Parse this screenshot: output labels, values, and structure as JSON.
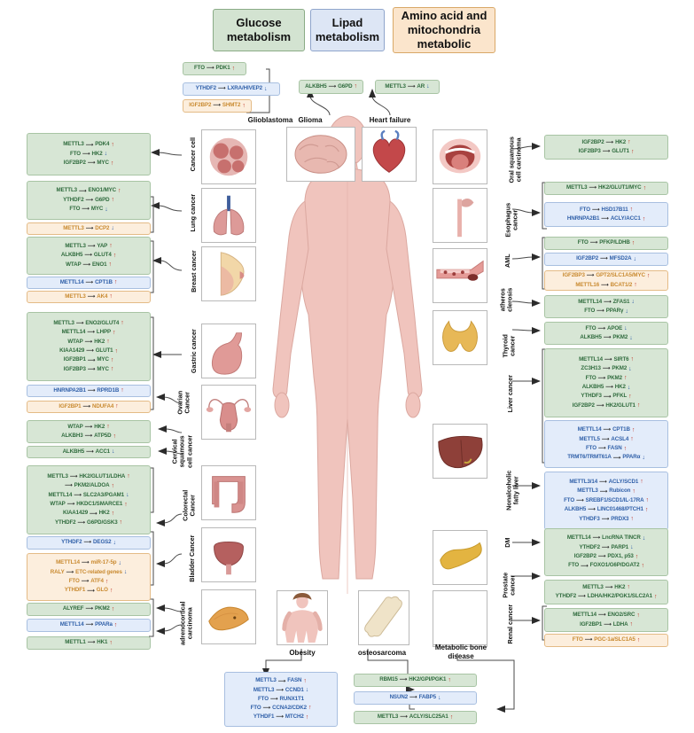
{
  "legend": [
    {
      "id": "glucose",
      "label": "Glucose\nmetabolism",
      "color": "#d3e3d1"
    },
    {
      "id": "lipid",
      "label": "Lipad\nmetabolism",
      "color": "#dde6f5"
    },
    {
      "id": "aminoacid",
      "label": "Amino acid and\nmitochondria\nmetabolic",
      "color": "#fbe5cc"
    }
  ],
  "top_section": {
    "glioblastoma": {
      "label": "Glioblastoma",
      "boxes": [
        {
          "type": "green",
          "rows": [
            {
              "src": "FTO",
              "tgt": "PDK1",
              "dir": "up"
            }
          ]
        },
        {
          "type": "blue",
          "rows": [
            {
              "src": "YTHDF2",
              "tgt": "LXRA/HIVEP2",
              "dir": "down"
            }
          ]
        },
        {
          "type": "orange",
          "rows": [
            {
              "src": "IGF2BP2",
              "tgt": "SHMT2",
              "dir": "up"
            }
          ]
        }
      ]
    },
    "glioma": {
      "label": "Glioma",
      "boxes": [
        {
          "type": "green",
          "rows": [
            {
              "src": "ALKBH5",
              "tgt": "G6PD",
              "dir": "up"
            }
          ]
        }
      ]
    },
    "heart_failure": {
      "label": "Heart failure",
      "boxes": [
        {
          "type": "green",
          "rows": [
            {
              "src": "METTL3",
              "tgt": "AR",
              "dir": "down"
            }
          ]
        }
      ]
    }
  },
  "left_column": [
    {
      "organ": "cancer-cell",
      "label": "Cancer cell",
      "boxes": [
        {
          "type": "green",
          "rows": [
            {
              "src": "METTL3",
              "tgt": "PDK4",
              "dir": "up"
            },
            {
              "src": "FTO",
              "tgt": "HK2",
              "dir": "down"
            },
            {
              "src": "IGF2BP2",
              "tgt": "MYC",
              "dir": "up"
            }
          ]
        }
      ]
    },
    {
      "organ": "lung",
      "label": "Lung cancer",
      "boxes": [
        {
          "type": "green",
          "rows": [
            {
              "src": "METTL3",
              "tgt": "ENO1/MYC",
              "dir": "up"
            },
            {
              "src": "YTHDF2",
              "tgt": "G6PD",
              "dir": "up"
            },
            {
              "src": "FTO",
              "tgt": "MYC",
              "dir": "down"
            }
          ]
        },
        {
          "type": "orange",
          "rows": [
            {
              "src": "METTL3",
              "tgt": "DCP2",
              "dir": "down"
            }
          ]
        }
      ]
    },
    {
      "organ": "breast",
      "label": "Breast cancer",
      "boxes": [
        {
          "type": "green",
          "rows": [
            {
              "src": "METTL3",
              "tgt": "YAP",
              "dir": "up"
            },
            {
              "src": "ALKBH5",
              "tgt": "GLUT4",
              "dir": "up"
            },
            {
              "src": "WTAP",
              "tgt": "ENO1",
              "dir": "up"
            }
          ]
        },
        {
          "type": "blue",
          "rows": [
            {
              "src": "METTL14",
              "tgt": "CPT1B",
              "dir": "up"
            }
          ]
        },
        {
          "type": "orange",
          "rows": [
            {
              "src": "METTL3",
              "tgt": "AK4",
              "dir": "up"
            }
          ]
        }
      ]
    },
    {
      "organ": "stomach",
      "label": "Gastric cancer",
      "boxes": [
        {
          "type": "green",
          "rows": [
            {
              "src": "METTL3",
              "tgt": "ENO2/GLUT4",
              "dir": "up"
            },
            {
              "src": "METTL14",
              "tgt": "LHPP",
              "dir": "up"
            },
            {
              "src": "WTAP",
              "tgt": "HK2",
              "dir": "up"
            },
            {
              "src": "KIAA1429",
              "tgt": "GLUT1",
              "dir": "up"
            },
            {
              "src": "IGF2BP1",
              "tgt": "MYC",
              "dir": "up"
            },
            {
              "src": "IGF2BP3",
              "tgt": "MYC",
              "dir": "up"
            }
          ]
        }
      ]
    },
    {
      "organ": "uterus",
      "label": "Ovarian\nCancer",
      "label2": "Cervical\nsquamous\ncell cancer",
      "boxes": [
        {
          "type": "blue",
          "rows": [
            {
              "src": "HNRNPA2B1",
              "tgt": "RPRD1B",
              "dir": "up"
            }
          ]
        },
        {
          "type": "orange",
          "rows": [
            {
              "src": "IGF2BP1",
              "tgt": "NDUFA4",
              "dir": "up"
            }
          ]
        },
        {
          "type": "green",
          "rows": [
            {
              "src": "WTAP",
              "tgt": "HK2",
              "dir": "up"
            },
            {
              "src": "ALKBH3",
              "tgt": "ATP5D",
              "dir": "up"
            }
          ]
        },
        {
          "type": "green",
          "rows": [
            {
              "src": "ALKBH5",
              "tgt": "ACC1",
              "dir": "down"
            }
          ]
        }
      ]
    },
    {
      "organ": "colon",
      "label": "Colorectal\nCancer",
      "boxes": [
        {
          "type": "green",
          "rows": [
            {
              "src": "METTL3",
              "tgt": "HK2/GLUT1/LDHA",
              "dir": "up"
            },
            {
              "src": "",
              "tgt": "PKM2/ALDOA",
              "dir": "up"
            },
            {
              "src": "METTL14",
              "tgt": "SLC2A3/PGAM1",
              "dir": "down"
            },
            {
              "src": "WTAP",
              "tgt": "HKDC1/SMARCE1",
              "dir": "up"
            },
            {
              "src": "KIAA1429",
              "tgt": "HK2",
              "dir": "up"
            },
            {
              "src": "YTHDF2",
              "tgt": "G6PD/GSK3",
              "dir": "up"
            }
          ]
        }
      ]
    },
    {
      "organ": "bladder",
      "label": "Bladder Cancer",
      "boxes": [
        {
          "type": "blue",
          "rows": [
            {
              "src": "YTHDF2",
              "tgt": "DEGS2",
              "dir": "down"
            }
          ]
        },
        {
          "type": "orange",
          "rows": [
            {
              "src": "METTL14",
              "tgt": "miR-17-5p",
              "dir": "down"
            },
            {
              "src": "RALY",
              "tgt": "ETC-related genes",
              "dir": "down"
            },
            {
              "src": "FTO",
              "tgt": "ATF4",
              "dir": "up"
            },
            {
              "src": "YTHDF1",
              "tgt": "GLO",
              "dir": "up"
            }
          ]
        }
      ]
    },
    {
      "organ": "adrenal",
      "label": "adrenocortical\ncarcinoma",
      "boxes": [
        {
          "type": "green",
          "rows": [
            {
              "src": "ALYREF",
              "tgt": "PKM2",
              "dir": "up"
            }
          ]
        },
        {
          "type": "blue",
          "rows": [
            {
              "src": "METTL14",
              "tgt": "PPARa",
              "dir": "up"
            }
          ]
        },
        {
          "type": "green",
          "rows": [
            {
              "src": "METTL1",
              "tgt": "HK1",
              "dir": "up"
            }
          ]
        }
      ]
    }
  ],
  "right_column": [
    {
      "organ": "mouth",
      "label": "Oral squamous\ncell carcinoma",
      "boxes": [
        {
          "type": "green",
          "rows": [
            {
              "src": "IGF2BP2",
              "tgt": "HK2",
              "dir": "up"
            },
            {
              "src": "IGF2BP3",
              "tgt": "GLUT1",
              "dir": "up"
            }
          ]
        }
      ]
    },
    {
      "organ": "esophagus",
      "label": "Esophagus\ncancer",
      "boxes": [
        {
          "type": "green",
          "rows": [
            {
              "src": "METTL3",
              "tgt": "HK2/GLUT1/MYC",
              "dir": "up"
            }
          ]
        },
        {
          "type": "blue",
          "rows": [
            {
              "src": "FTO",
              "tgt": "HSD17B11",
              "dir": "up"
            },
            {
              "src": "HNRNPA2B1",
              "tgt": "ACLY/ACC1",
              "dir": "up"
            }
          ]
        }
      ]
    },
    {
      "organ": "vessel",
      "label": "AML",
      "label2": "atheros\nclerosis",
      "boxes": [
        {
          "type": "green",
          "rows": [
            {
              "src": "FTO",
              "tgt": "PFKP/LDHB",
              "dir": "up"
            }
          ]
        },
        {
          "type": "blue",
          "rows": [
            {
              "src": "IGF2BP2",
              "tgt": "MFSD2A",
              "dir": "down"
            }
          ]
        },
        {
          "type": "orange",
          "rows": [
            {
              "src": "IGF2BP3",
              "tgt": "GPT2/SLC1A5/MYC",
              "dir": "up"
            },
            {
              "src": "METTL16",
              "tgt": "BCAT1/2",
              "dir": "up"
            }
          ]
        },
        {
          "type": "green",
          "rows": [
            {
              "src": "METTL14",
              "tgt": "ZFAS1",
              "dir": "down"
            },
            {
              "src": "FTO",
              "tgt": "PPARγ",
              "dir": "down"
            }
          ]
        }
      ]
    },
    {
      "organ": "thyroid",
      "label": "Thyroid\ncancer",
      "boxes": [
        {
          "type": "green",
          "rows": [
            {
              "src": "FTO",
              "tgt": "APOE",
              "dir": "down"
            },
            {
              "src": "ALKBH5",
              "tgt": "PKM2",
              "dir": "down"
            }
          ]
        }
      ]
    },
    {
      "organ": "liver",
      "label": "Liver cancer",
      "label2": "Nonalcoholic\nfatty liver",
      "boxes": [
        {
          "type": "green",
          "rows": [
            {
              "src": "METTL14",
              "tgt": "SIRT6",
              "dir": "up"
            },
            {
              "src": "ZC3H13",
              "tgt": "PKM2",
              "dir": "down"
            },
            {
              "src": "FTO",
              "tgt": "PKM2",
              "dir": "up"
            },
            {
              "src": "ALKBH5",
              "tgt": "HK2",
              "dir": "down"
            },
            {
              "src": "YTHDF3",
              "tgt": "PFKL",
              "dir": "up"
            },
            {
              "src": "IGF2BP2",
              "tgt": "HK2/GLUT1",
              "dir": "up"
            }
          ]
        },
        {
          "type": "blue",
          "rows": [
            {
              "src": "METTL14",
              "tgt": "CPT1B",
              "dir": "up"
            },
            {
              "src": "METTL5",
              "tgt": "ACSL4",
              "dir": "up"
            },
            {
              "src": "FTO",
              "tgt": "FASN",
              "dir": "up"
            },
            {
              "src": "TRMT6/TRMT61A",
              "tgt": "PPARα",
              "dir": "down"
            }
          ]
        },
        {
          "type": "blue",
          "rows": [
            {
              "src": "METTL3/14",
              "tgt": "ACLY/SCD1",
              "dir": "up"
            },
            {
              "src": "METTL3",
              "tgt": "Rubicon",
              "dir": "up"
            },
            {
              "src": "FTO",
              "tgt": "SREBF1/SCD1/IL-17RA",
              "dir": "up"
            },
            {
              "src": "ALKBH5",
              "tgt": "LINC01468/PTCH1",
              "dir": "up"
            },
            {
              "src": "YTHDF3",
              "tgt": "PRDX3",
              "dir": "up"
            }
          ]
        }
      ]
    },
    {
      "organ": "pancreas",
      "label": "DM",
      "label2": "Prostate\ncancer",
      "boxes": [
        {
          "type": "green",
          "rows": [
            {
              "src": "METTL14",
              "tgt": "LncRNA TINCR",
              "dir": "down"
            },
            {
              "src": "YTHDF2",
              "tgt": "PARP1",
              "dir": "down"
            },
            {
              "src": "IGF2BP2",
              "tgt": "PDX1, p53",
              "dir": "up"
            },
            {
              "src": "FTO",
              "tgt": "FOXO1/G6P/DGAT2",
              "dir": "up"
            }
          ]
        },
        {
          "type": "green",
          "rows": [
            {
              "src": "METTL3",
              "tgt": "HK2",
              "dir": "up"
            },
            {
              "src": "YTHDF2",
              "tgt": "LDHA/HK2/PGK1/SLC2A1",
              "dir": "up"
            }
          ]
        }
      ]
    },
    {
      "organ": "kidney",
      "label": "Renal cancer",
      "boxes": [
        {
          "type": "green",
          "rows": [
            {
              "src": "METTL14",
              "tgt": "ENO2/SRC",
              "dir": "up"
            },
            {
              "src": "IGF2BP1",
              "tgt": "LDHA",
              "dir": "up"
            }
          ]
        },
        {
          "type": "orange",
          "rows": [
            {
              "src": "FTO",
              "tgt": "PGC-1a/SLC1A5",
              "dir": "up"
            }
          ]
        }
      ]
    }
  ],
  "bottom_section": {
    "obesity": {
      "label": "Obesity",
      "organ": "obese-person",
      "boxes": [
        {
          "type": "blue",
          "rows": [
            {
              "src": "METTL3",
              "tgt": "FASN",
              "dir": "up"
            },
            {
              "src": "METTL3",
              "tgt": "CCND1",
              "dir": "down"
            },
            {
              "src": "FTO",
              "tgt": "RUNX1T1",
              "dir": "none"
            },
            {
              "src": "FTO",
              "tgt": "CCNA2/CDK2",
              "dir": "up"
            },
            {
              "src": "YTHDF1",
              "tgt": "MTCH2",
              "dir": "up"
            }
          ]
        }
      ]
    },
    "osteosarcoma": {
      "label": "osteosarcoma",
      "organ": "bone",
      "boxes": [
        {
          "type": "green",
          "rows": [
            {
              "src": "RBM15",
              "tgt": "HK2/GPI/PGK1",
              "dir": "up"
            }
          ]
        },
        {
          "type": "blue",
          "rows": [
            {
              "src": "NSUN2",
              "tgt": "FABP5",
              "dir": "down"
            }
          ]
        }
      ]
    },
    "metabolic_bone": {
      "label": "Metabolic bone\ndisease",
      "organ": "kidney-bottom",
      "boxes": [
        {
          "type": "green",
          "rows": [
            {
              "src": "METTL3",
              "tgt": "ACLY/SLC25A1",
              "dir": "up"
            }
          ]
        }
      ]
    }
  }
}
